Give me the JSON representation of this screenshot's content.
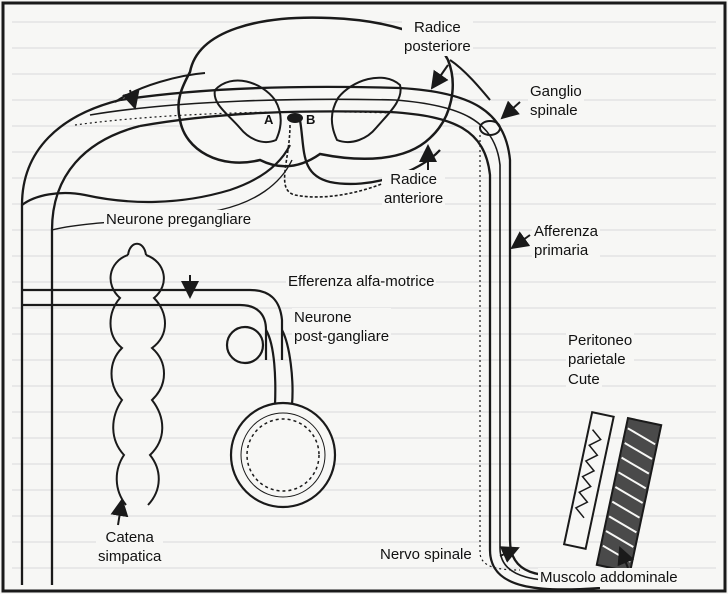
{
  "labels": {
    "radice_posteriore_1": "Radice",
    "radice_posteriore_2": "posteriore",
    "ganglio_1": "Ganglio",
    "ganglio_2": "spinale",
    "a": "A",
    "b": "B",
    "radice_anteriore_1": "Radice",
    "radice_anteriore_2": "anteriore",
    "neurone_pregangliare": "Neurone pregangliare",
    "afferenza_1": "Afferenza",
    "afferenza_2": "primaria",
    "efferenza": "Efferenza alfa-motrice",
    "neurone_post_1": "Neurone",
    "neurone_post_2": "post-gangliare",
    "peritoneo_1": "Peritoneo",
    "peritoneo_2": "parietale",
    "cute": "Cute",
    "catena_1": "Catena",
    "catena_2": "simpatica",
    "nervo_spinale": "Nervo spinale",
    "muscolo": "Muscolo addominale"
  },
  "colors": {
    "line": "#1a1a1a",
    "background": "#f7f7f5",
    "text_texture": "#bdbdbd"
  }
}
